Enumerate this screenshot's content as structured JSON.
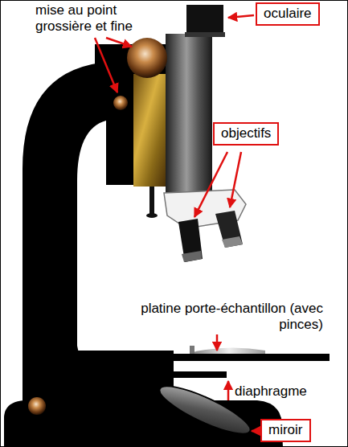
{
  "diagram": {
    "nodes": [
      {
        "text": [
          "oculaire"
        ]
      },
      {
        "text": [
          "objectifs"
        ]
      },
      {
        "text": [
          "miroir"
        ]
      }
    ],
    "labels": [
      "mise au point grossière et fine",
      "platine porte-échantillon (avec pinces)",
      "diaphragme"
    ]
  }
}
